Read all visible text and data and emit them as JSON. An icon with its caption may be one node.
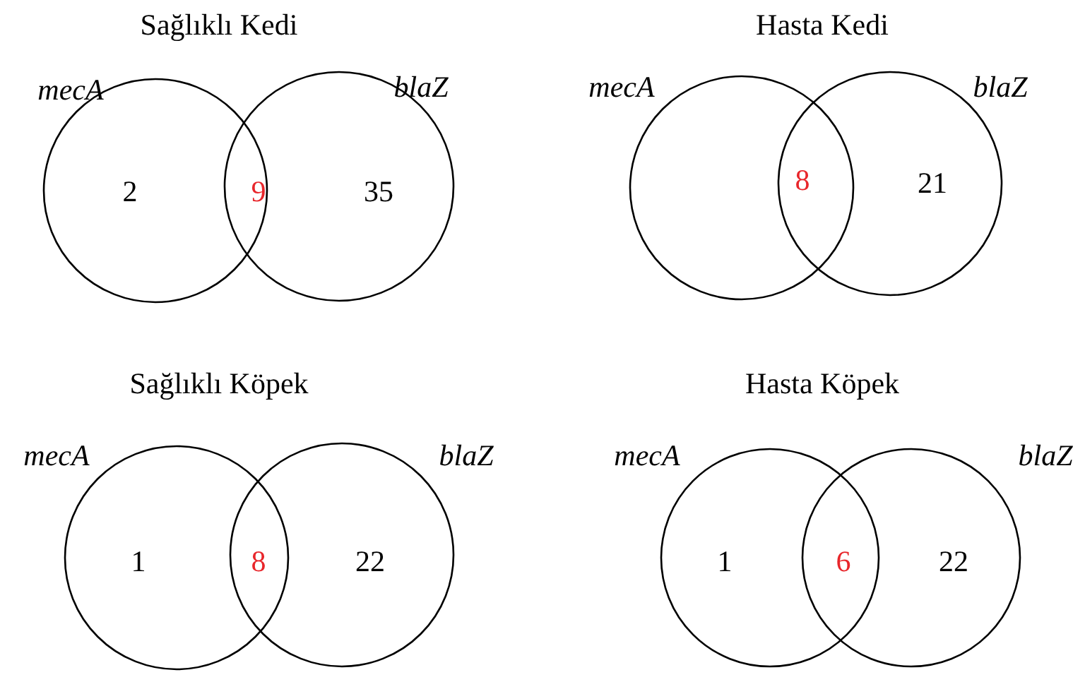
{
  "diagram": {
    "nodes": [
      {
        "text": [
          "mecA",
          "2"
        ]
      },
      {
        "text": [
          "blaZ",
          "35"
        ]
      },
      {
        "text": [
          "mecA"
        ]
      },
      {
        "text": [
          "blaZ",
          "21"
        ]
      },
      {
        "text": [
          "mecA",
          "1"
        ]
      },
      {
        "text": [
          "blaZ",
          "22"
        ]
      },
      {
        "text": [
          "mecA",
          "1"
        ]
      },
      {
        "text": [
          "blaZ",
          "22"
        ]
      }
    ],
    "edges": [],
    "labels": [
      "Sağlıklı Kedi",
      "Hasta Kedi",
      "9",
      "8",
      "Sağlıklı Köpek",
      "Hasta Köpek",
      "8",
      "6"
    ]
  }
}
